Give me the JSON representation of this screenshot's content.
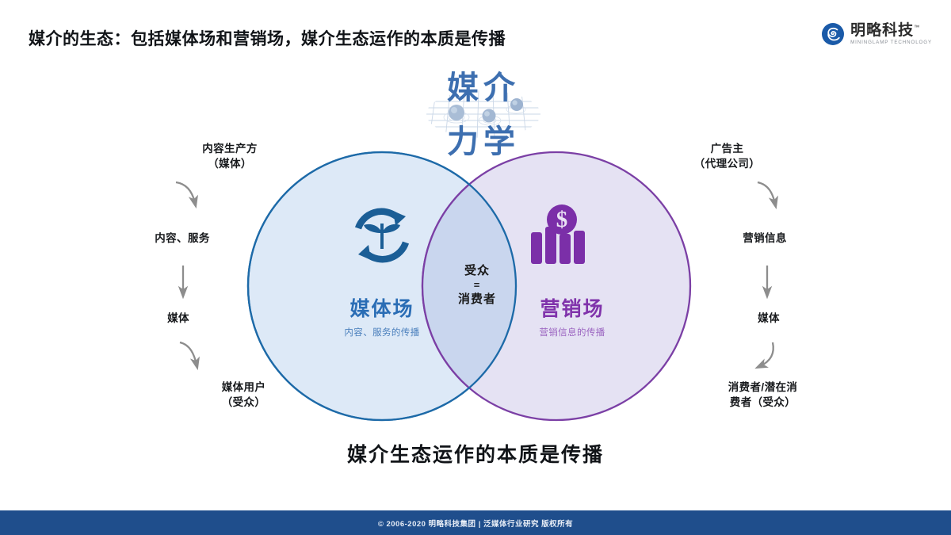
{
  "slide": {
    "title": "媒介的生态：包括媒体场和营销场，媒介生态运作的本质是传播",
    "caption": "媒介生态运作的本质是传播"
  },
  "brand": {
    "logo_icon": "mininglamp-spiral-logo-icon",
    "name_cn": "明略科技",
    "trademark": "™",
    "name_en": "MININGLAMP TECHNOLOGY"
  },
  "center_logo": {
    "icon": "media-mechanics-gravity-grid-icon",
    "line1": "媒 介",
    "line2": "力 学"
  },
  "venn": {
    "left": {
      "title": "媒体场",
      "subtitle": "内容、服务的传播",
      "icon": "recycle-plant-growth-icon",
      "fill": "#dde9f7",
      "stroke": "#1d6aa8",
      "title_color": "#2a6db5"
    },
    "right": {
      "title": "营销场",
      "subtitle": "营销信息的传播",
      "icon": "dollar-bar-chart-icon",
      "fill": "#e3dff2",
      "stroke": "#7b3fa5",
      "title_color": "#8033ab"
    },
    "overlap": {
      "line1": "受众",
      "equals": "=",
      "line2": "消费者",
      "fill": "#c9d6ee"
    }
  },
  "left_flow": {
    "steps": [
      {
        "label": "内容生产方\n（媒体）",
        "arrow": "curve-right-down-arrow-icon"
      },
      {
        "label": "内容、服务",
        "arrow": "straight-down-arrow-icon"
      },
      {
        "label": "媒体",
        "arrow": "curve-right-down-arrow-icon"
      },
      {
        "label": "媒体用户\n（受众）",
        "arrow": "none"
      }
    ]
  },
  "right_flow": {
    "steps": [
      {
        "label": "广告主\n（代理公司）",
        "arrow": "curve-right-down-arrow-icon"
      },
      {
        "label": "营销信息",
        "arrow": "straight-down-arrow-icon"
      },
      {
        "label": "媒体",
        "arrow": "curve-left-down-arrow-icon"
      },
      {
        "label": "消费者/潜在消\n费者（受众）",
        "arrow": "none"
      }
    ]
  },
  "footer": {
    "text": "© 2006-2020 明略科技集团 | 泛媒体行业研究 版权所有",
    "bar_color": "#1f4e8c"
  }
}
